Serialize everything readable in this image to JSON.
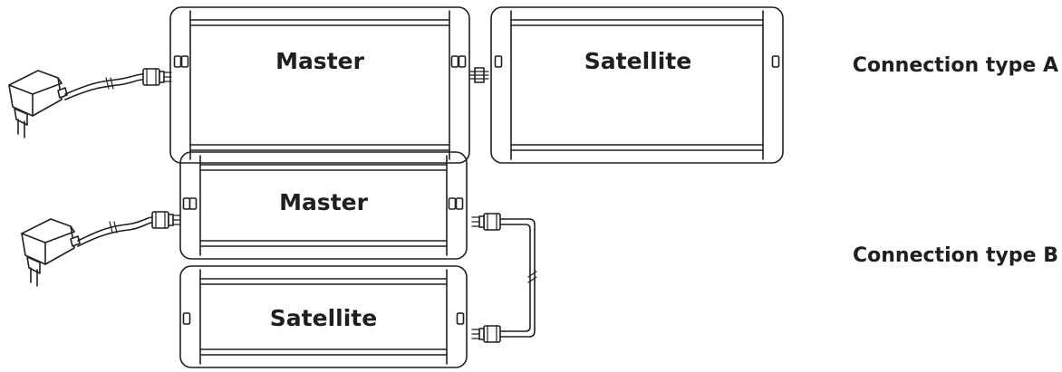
{
  "connection_a": {
    "label": "Connection type A",
    "master_label": "Master",
    "satellite_label": "Satellite"
  },
  "connection_b": {
    "label": "Connection type B",
    "master_label": "Master",
    "satellite_label": "Satellite"
  },
  "icons": [
    "power-adapter-icon",
    "connector-plug-icon",
    "coupler-icon",
    "cable-icon"
  ]
}
